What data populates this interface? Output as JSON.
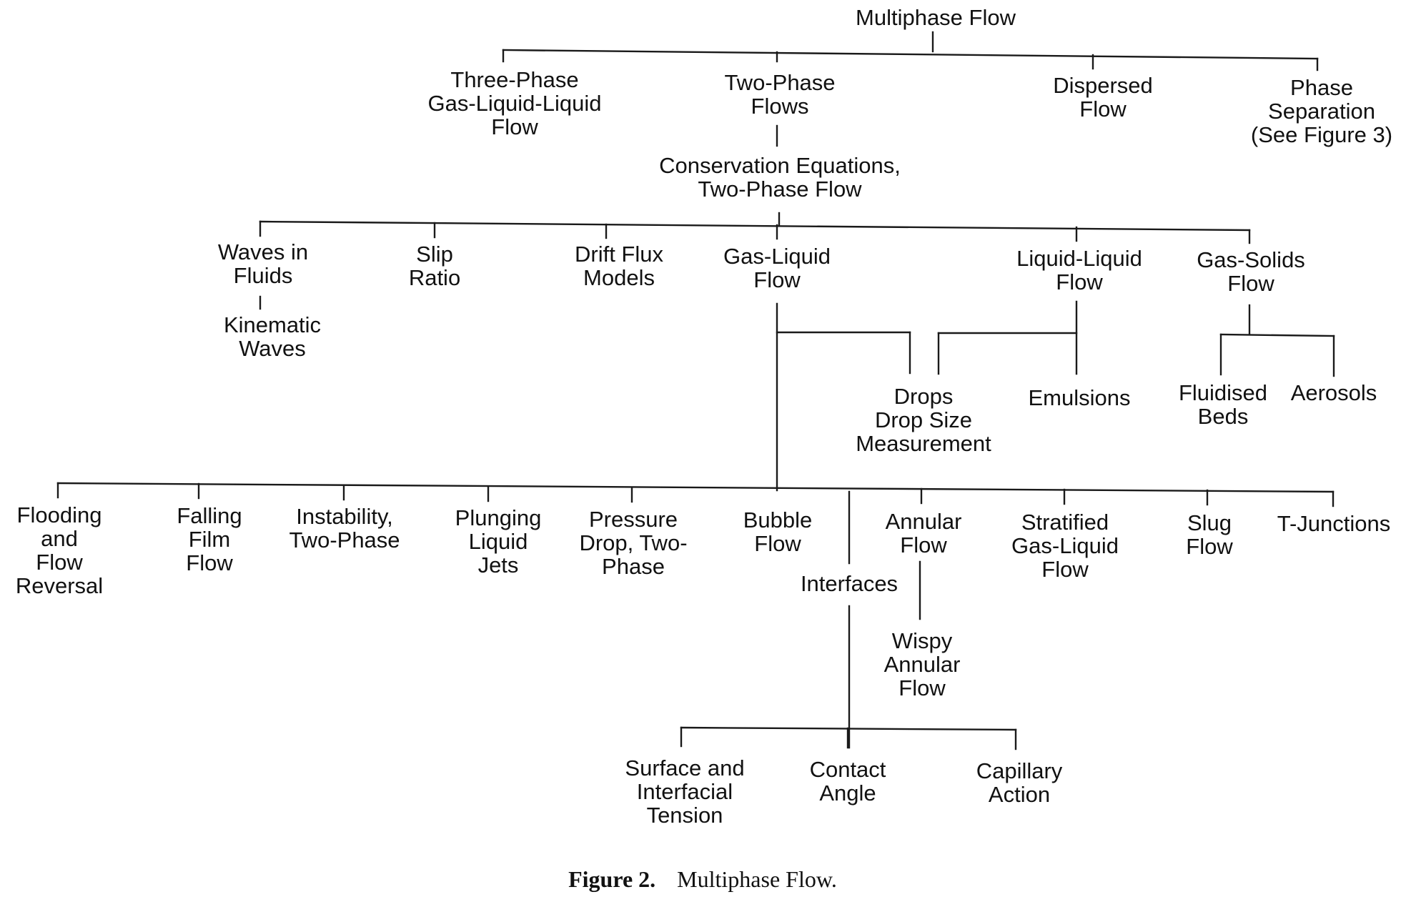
{
  "diagram": {
    "nodes": [
      {
        "id": "multiphase_flow",
        "text": "Multiphase Flow"
      },
      {
        "id": "three_phase",
        "text": "Three-Phase\nGas-Liquid-Liquid\nFlow"
      },
      {
        "id": "two_phase",
        "text": "Two-Phase\nFlows"
      },
      {
        "id": "dispersed",
        "text": "Dispersed\nFlow"
      },
      {
        "id": "phase_separation",
        "text": "Phase\nSeparation\n(See Figure 3)"
      },
      {
        "id": "conservation",
        "text": "Conservation Equations,\nTwo-Phase Flow"
      },
      {
        "id": "waves_in_fluids",
        "text": "Waves in\nFluids"
      },
      {
        "id": "kinematic_waves",
        "text": "Kinematic\nWaves"
      },
      {
        "id": "slip_ratio",
        "text": "Slip\nRatio"
      },
      {
        "id": "drift_flux",
        "text": "Drift Flux\nModels"
      },
      {
        "id": "gas_liquid",
        "text": "Gas-Liquid\nFlow"
      },
      {
        "id": "liquid_liquid",
        "text": "Liquid-Liquid\nFlow"
      },
      {
        "id": "gas_solids",
        "text": "Gas-Solids\nFlow"
      },
      {
        "id": "drops",
        "text": "Drops\nDrop Size\nMeasurement"
      },
      {
        "id": "emulsions",
        "text": "Emulsions"
      },
      {
        "id": "fluidised_beds",
        "text": "Fluidised\nBeds"
      },
      {
        "id": "aerosols",
        "text": "Aerosols"
      },
      {
        "id": "flooding",
        "text": "Flooding\nand\nFlow\nReversal"
      },
      {
        "id": "falling_film",
        "text": "Falling\nFilm\nFlow"
      },
      {
        "id": "instability",
        "text": "Instability,\nTwo-Phase"
      },
      {
        "id": "plunging_jets",
        "text": "Plunging\nLiquid\nJets"
      },
      {
        "id": "pressure_drop",
        "text": "Pressure\nDrop, Two-\nPhase"
      },
      {
        "id": "bubble_flow",
        "text": "Bubble\nFlow"
      },
      {
        "id": "interfaces",
        "text": "Interfaces"
      },
      {
        "id": "annular_flow",
        "text": "Annular\nFlow"
      },
      {
        "id": "wispy_annular",
        "text": "Wispy\nAnnular\nFlow"
      },
      {
        "id": "stratified",
        "text": "Stratified\nGas-Liquid\nFlow"
      },
      {
        "id": "slug_flow",
        "text": "Slug\nFlow"
      },
      {
        "id": "t_junctions",
        "text": "T-Junctions"
      },
      {
        "id": "surface_tension",
        "text": "Surface and\nInterfacial\nTension"
      },
      {
        "id": "contact_angle",
        "text": "Contact\nAngle"
      },
      {
        "id": "capillary_action",
        "text": "Capillary\nAction"
      }
    ]
  },
  "caption": {
    "label": "Figure 2.",
    "text": "Multiphase Flow."
  }
}
